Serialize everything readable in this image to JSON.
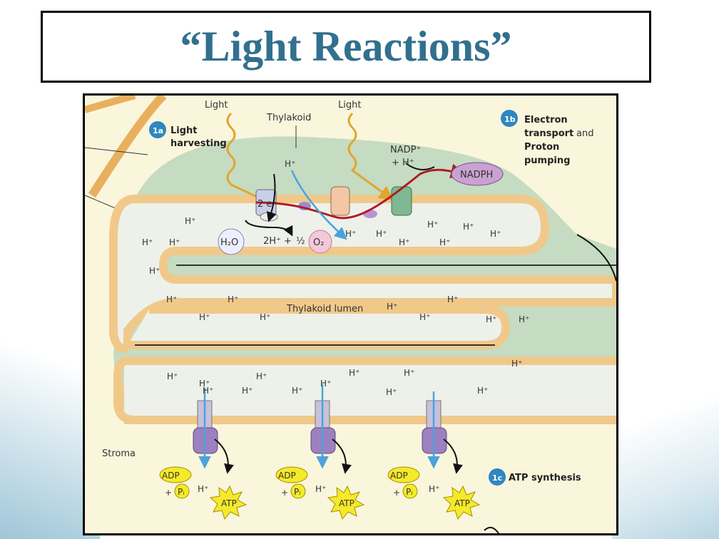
{
  "title": "“Light Reactions”",
  "labels": {
    "light_left": "Light",
    "light_right": "Light",
    "thylakoid": "Thylakoid",
    "step_1a_badge": "1a",
    "step_1a_line1": "Light",
    "step_1a_line2": "harvesting",
    "step_1b_badge": "1b",
    "step_1b_line1": "Electron",
    "step_1b_line2": "transport",
    "step_1b_and": "and",
    "step_1b_line3": "Proton",
    "step_1b_line4": "pumping",
    "step_1c_badge": "1c",
    "step_1c_text": "ATP synthesis",
    "nadp": "NADP⁺",
    "nadp_h": "+ H⁺",
    "nadph": "NADPH",
    "two_e": "2 e⁻",
    "h2o": "H₂O",
    "two_h": "2H⁺ +",
    "half": "½",
    "o2": "O₂",
    "lumen": "Thylakoid lumen",
    "stroma": "Stroma",
    "adp": "ADP",
    "pi": "Pᵢ",
    "plus": "+",
    "atp": "ATP",
    "h_plus": "H⁺"
  },
  "colors": {
    "title": "#31708e",
    "membrane": "#f0c98a",
    "lumen": "#eef1ea",
    "stroma": "#faf6dc",
    "granum_fill": "#c5dcc2",
    "badge": "#2f86c1",
    "light_arrow": "#e1a630",
    "proton_arrow": "#4aa3dd",
    "electron_arrow": "#b01c24",
    "atp_synthase": "#a48bc0",
    "adp_fill": "#f5e92a"
  }
}
